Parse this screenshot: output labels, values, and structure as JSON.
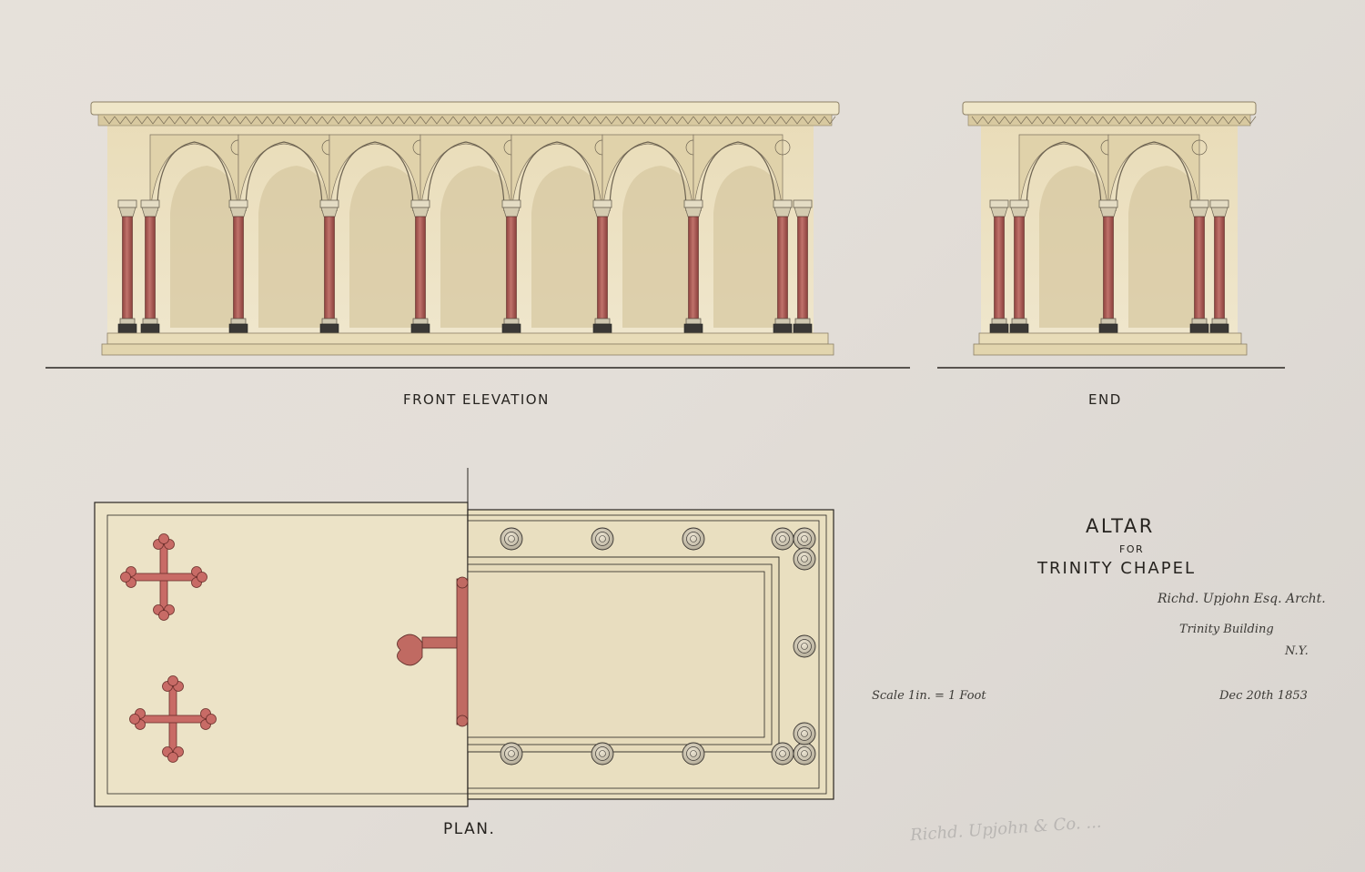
{
  "drawing": {
    "views": {
      "front_elevation_label": "FRONT ELEVATION",
      "end_label": "END",
      "plan_label": "PLAN."
    },
    "title_block": {
      "title": "ALTAR",
      "for_line": "FOR",
      "chapel": "TRINITY CHAPEL",
      "architect": "Richd. Upjohn Esq. Archt.",
      "address_line1": "Trinity Building",
      "address_line2": "N.Y.",
      "scale": "Scale 1in. = 1 Foot",
      "date": "Dec 20th 1853"
    },
    "pencil_note": "Richd. Upjohn & Co. ..."
  },
  "colors": {
    "paper": "#e4dfd9",
    "stone": "#ece2c4",
    "stone_shade": "#d9cba5",
    "marble": "#a9554f",
    "cross": "#c86b66",
    "ink": "#2a2622"
  }
}
